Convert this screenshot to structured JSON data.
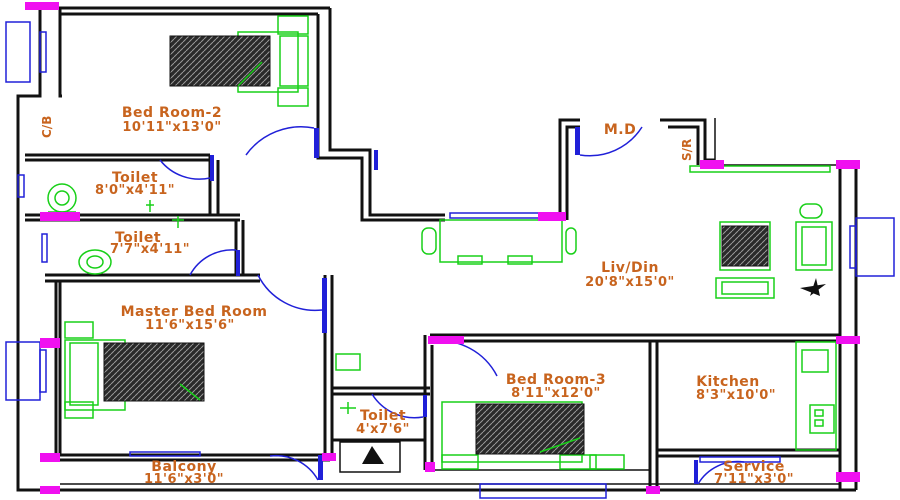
{
  "colors": {
    "wall": "#111111",
    "label": "#c8641e",
    "furniture": "#18d018",
    "window": "#2020d8",
    "column": "#f010f0"
  },
  "rooms": {
    "bedroom2": {
      "name": "Bed Room-2",
      "size": "10'11\"x13'0\""
    },
    "toilet1": {
      "name": "Toilet",
      "size": "8'0\"x4'11\""
    },
    "toilet2": {
      "name": "Toilet",
      "size": "7'7\"x4'11\""
    },
    "master": {
      "name": "Master Bed Room",
      "size": "11'6\"x15'6\""
    },
    "balcony": {
      "name": "Balcony",
      "size": "11'6\"x3'0\""
    },
    "living": {
      "name": "Liv/Din",
      "size": "20'8\"x15'0\""
    },
    "bedroom3": {
      "name": "Bed Room-3",
      "size": "8'11\"x12'0\""
    },
    "toilet3": {
      "name": "Toilet",
      "size": "4'x7'6\""
    },
    "kitchen": {
      "name": "Kitchen",
      "size": "8'3\"x10'0\""
    },
    "service": {
      "name": "Service",
      "size": "7'11\"x3'0\""
    },
    "md": {
      "name": "M.D"
    },
    "cb": {
      "name": "C/B"
    },
    "sr": {
      "name": "S/R"
    }
  }
}
